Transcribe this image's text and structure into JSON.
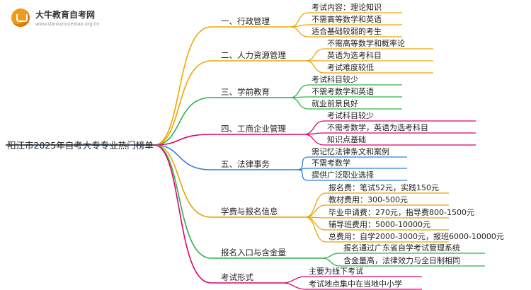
{
  "logo": {
    "title": "大牛教育自考网",
    "url": "www.daniuzixuexiao.org.cn"
  },
  "root": {
    "label": "阳江市2025年自考大专专业热门榜单"
  },
  "branches": [
    {
      "label": "一、行政管理",
      "color": "#f0a500",
      "leaves": [
        "考试内容：理论知识",
        "不需高等数学和英语",
        "适合基础较弱的考生"
      ]
    },
    {
      "label": "二、人力资源管理",
      "color": "#f0a500",
      "leaves": [
        "不需高等数学和概率论",
        "英语为选考科目",
        "考试难度较低"
      ]
    },
    {
      "label": "三、学前教育",
      "color": "#2cb24a",
      "leaves": [
        "考试科目较少",
        "不需考数学和英语",
        "就业前景良好"
      ]
    },
    {
      "label": "四、工商企业管理",
      "color": "#e0006e",
      "leaves": [
        "考试科目较少",
        "不需考数学，英语为选考科目",
        "知识点基础"
      ]
    },
    {
      "label": "五、法律事务",
      "color": "#2f7fe0",
      "leaves": [
        "需记忆法律条文和案例",
        "不需考数学",
        "提供广泛职业选择"
      ]
    },
    {
      "label": "学费与报名信息",
      "color": "#e8a400",
      "leaves": [
        "报名费：笔试52元，实践150元",
        "教材费用：300-500元",
        "毕业申请费：270元，指导费800-1500元",
        "辅导班费用：5000-10000元",
        "总费用：自学2000-3000元，报班6000-10000元"
      ]
    },
    {
      "label": "报名入口与含金量",
      "color": "#2cb24a",
      "leaves": [
        "报名通过广东省自学考试管理系统",
        "含金量高，法律效力与全日制相同"
      ]
    },
    {
      "label": "考试形式",
      "color": "#e0006e",
      "leaves": [
        "主要为线下考试",
        "考试地点集中在当地中小学"
      ]
    }
  ]
}
